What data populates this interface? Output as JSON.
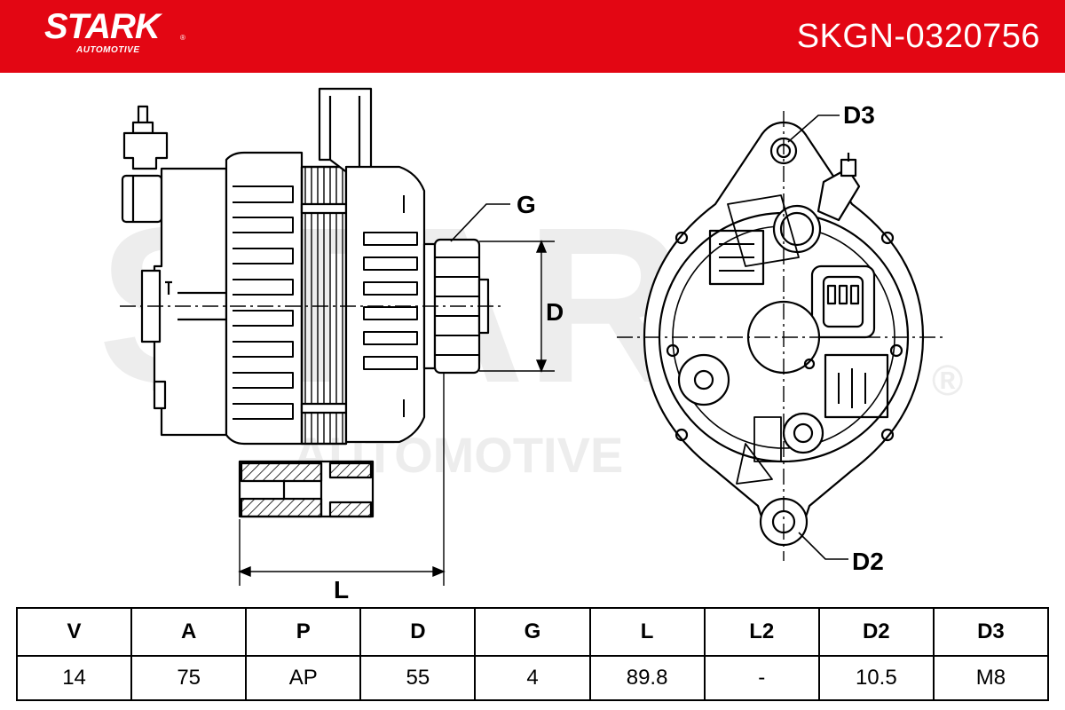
{
  "brand": {
    "name": "STARK",
    "tagline": "AUTOMOTIVE",
    "registered": "®"
  },
  "part_number": "SKGN-0320756",
  "watermark": {
    "main": "STARK",
    "sub": "AUTOMOTIVE",
    "registered": "®"
  },
  "drawing": {
    "labels": {
      "G": "G",
      "D": "D",
      "L": "L",
      "D2": "D2",
      "D3": "D3"
    }
  },
  "specs": {
    "headers": [
      "V",
      "A",
      "P",
      "D",
      "G",
      "L",
      "L2",
      "D2",
      "D3"
    ],
    "values": [
      "14",
      "75",
      "AP",
      "55",
      "4",
      "89.8",
      "-",
      "10.5",
      "M8"
    ]
  },
  "colors": {
    "brand_red": "#e30613",
    "line": "#000000",
    "watermark": "#ededed"
  }
}
